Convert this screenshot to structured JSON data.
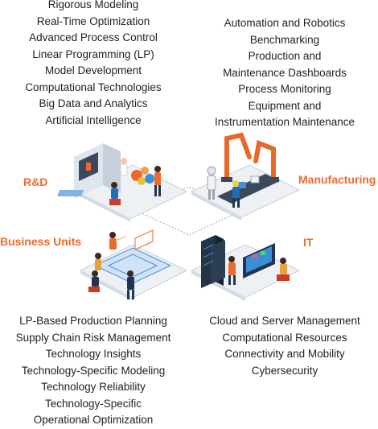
{
  "quadrants": {
    "rd": {
      "label": "R&D",
      "items": [
        "Rigorous Modeling",
        "Real-Time Optimization",
        "Advanced Process Control",
        "Linear Programming (LP)",
        "Model Development",
        "Computational Technologies",
        "Big Data and Analytics",
        "Artificial Intelligence"
      ]
    },
    "manufacturing": {
      "label": "Manufacturing",
      "items": [
        "Automation and Robotics",
        "Benchmarking",
        "Production and",
        "Maintenance Dashboards",
        "Process Monitoring",
        "Equipment and",
        "Instrumentation Maintenance"
      ]
    },
    "business_units": {
      "label": "Business Units",
      "items": [
        "LP-Based Production Planning",
        "Supply Chain Risk Management",
        "Technology Insights",
        "Technology-Specific Modeling",
        "Technology Reliability",
        "Technology-Specific",
        "Operational Optimization"
      ]
    },
    "it": {
      "label": "IT",
      "items": [
        "Cloud and Server Management",
        "Computational Resources",
        "Connectivity and Mobility",
        "Cybersecurity"
      ]
    }
  },
  "colors": {
    "accent": "#ee6a2c",
    "text": "#1f1f1f",
    "blue": "#1f6fb8",
    "navy": "#1f3550",
    "robot": "#e8682a"
  }
}
